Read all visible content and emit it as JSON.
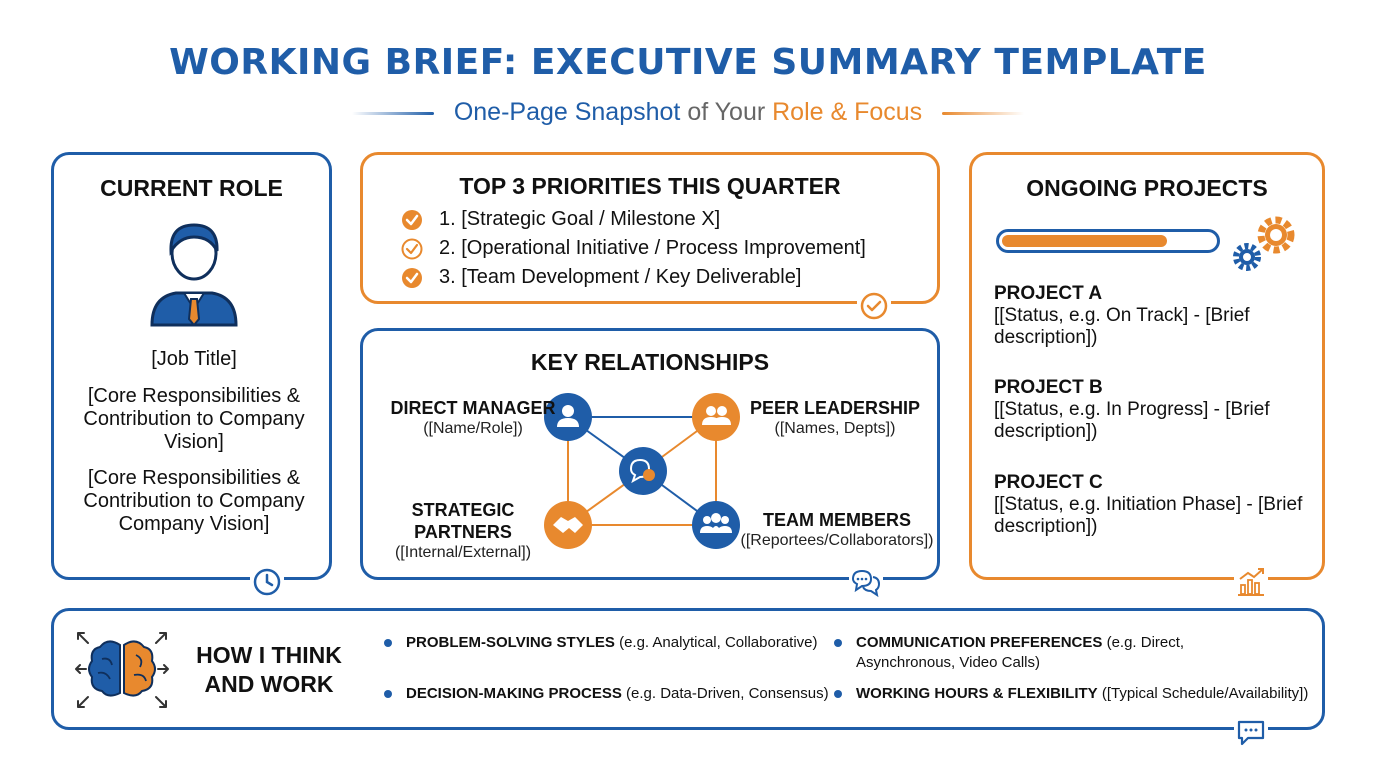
{
  "header": {
    "title": "WORKING BRIEF: EXECUTIVE SUMMARY TEMPLATE",
    "subtitle_part1": "One-Page Snapshot",
    "subtitle_part2": " of Your ",
    "subtitle_part3": "Role & Focus"
  },
  "colors": {
    "primary": "#1f5da8",
    "accent": "#e8892e",
    "text": "#111111"
  },
  "current_role": {
    "title": "CURRENT ROLE",
    "job_title": "[Job Title]",
    "resp1": "[Core Responsibilities & Contribution to Company Vision]",
    "resp2": "[Core Responsibilities & Contribution to Company Company Vision]",
    "icons": [
      "person-icon",
      "clock-icon"
    ]
  },
  "priorities": {
    "title": "TOP 3 PRIORITIES THIS QUARTER",
    "items": [
      "1. [Strategic Goal / Milestone X]",
      "2. [Operational Initiative / Process Improvement]",
      "3. [Team Development / Key Deliverable]"
    ]
  },
  "relationships": {
    "title": "KEY RELATIONSHIPS",
    "direct_manager": {
      "name": "DIRECT MANAGER",
      "sub": "([Name/Role])"
    },
    "peer_leadership": {
      "name": "PEER LEADERSHIP",
      "sub": "([Names, Depts])"
    },
    "strategic_partners": {
      "name_line1": "STRATEGIC",
      "name_line2": "PARTNERS",
      "sub": "([Internal/External])"
    },
    "team_members": {
      "name": "TEAM MEMBERS",
      "sub": "([Reportees/Collaborators])"
    }
  },
  "projects": {
    "title": "ONGOING PROJECTS",
    "progress": 0.78,
    "items": [
      {
        "name": "PROJECT A",
        "desc": "[[Status, e.g. On Track] - [Brief description])"
      },
      {
        "name": "PROJECT B",
        "desc": "[[Status, e.g. In Progress] - [Brief description])"
      },
      {
        "name": "PROJECT C",
        "desc": "[[Status, e.g. Initiation Phase] - [Brief description])"
      }
    ]
  },
  "how_i_work": {
    "title_line1": "HOW I THINK",
    "title_line2": "AND WORK",
    "b1_label": "PROBLEM-SOLVING STYLES",
    "b1_text": " (e.g. Analytical, Collaborative)",
    "b2_label": "DECISION-MAKING PROCESS",
    "b2_text": " (e.g. Data-Driven, Consensus)",
    "b3_label": "COMMUNICATION PREFERENCES",
    "b3_text": " (e.g. Direct, Asynchronous, Video Calls)",
    "b4_label": "WORKING HOURS & FLEXIBILITY",
    "b4_text": " ([Typical Schedule/Availability])"
  }
}
